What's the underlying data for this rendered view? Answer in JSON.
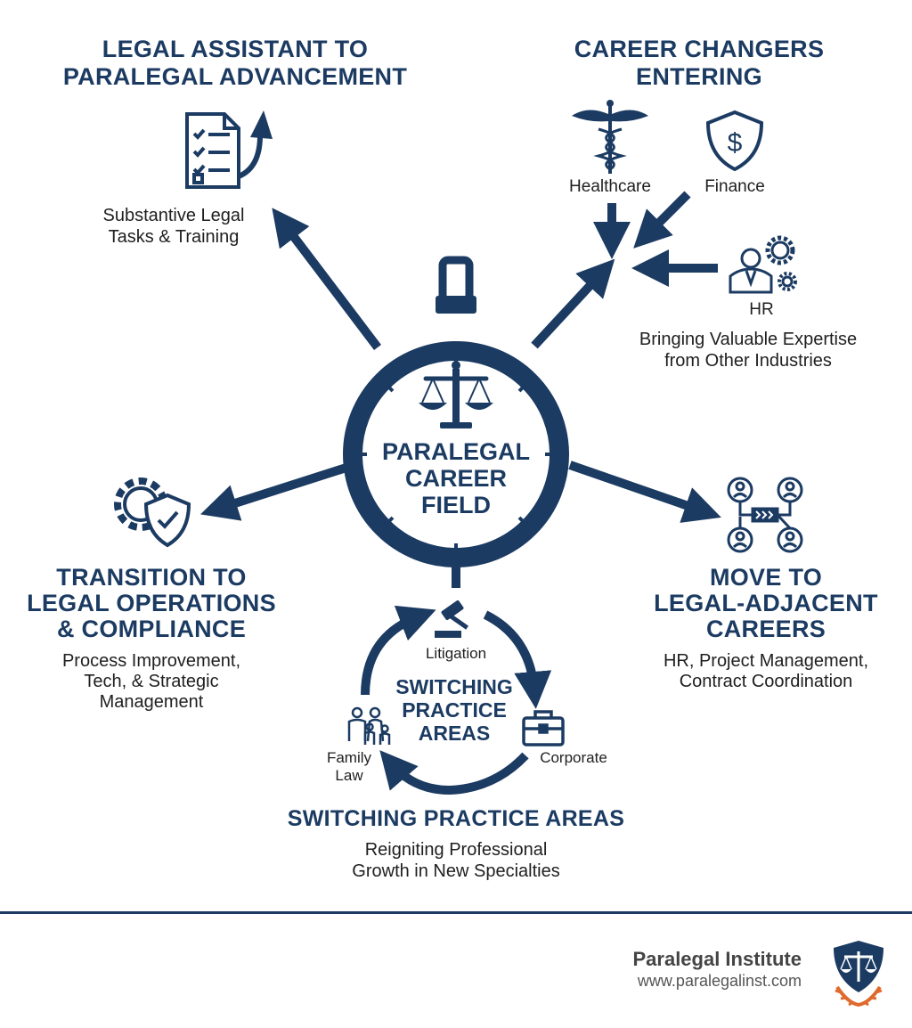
{
  "colors": {
    "primary": "#1c3b62",
    "accent": "#e06a2c",
    "text": "#1f1f1f",
    "footer_text": "#444444"
  },
  "center": {
    "title_lines": [
      "PARALEGAL",
      "CAREER",
      "FIELD"
    ],
    "icon": "scales-icon"
  },
  "top_left": {
    "title_lines": [
      "LEGAL ASSISTANT TO",
      "PARALEGAL ADVANCEMENT"
    ],
    "desc_lines": [
      "Substantive Legal",
      "Tasks & Training"
    ],
    "icon": "checklist-document-icon"
  },
  "top_right": {
    "title_lines": [
      "CAREER CHANGERS",
      "ENTERING"
    ],
    "sources": [
      {
        "label": "Healthcare",
        "icon": "caduceus-icon"
      },
      {
        "label": "Finance",
        "icon": "dollar-shield-icon"
      },
      {
        "label": "HR",
        "icon": "person-gears-icon"
      }
    ],
    "desc_lines": [
      "Bringing Valuable Expertise",
      "from Other Industries"
    ]
  },
  "left": {
    "title_lines": [
      "TRANSITION TO",
      "LEGAL OPERATIONS",
      "& COMPLIANCE"
    ],
    "desc_lines": [
      "Process Improvement,",
      "Tech, & Strategic",
      "Management"
    ],
    "icon": "gear-shield-icon"
  },
  "right": {
    "title_lines": [
      "MOVE TO",
      "LEGAL-ADJACENT",
      "CAREERS"
    ],
    "desc_lines": [
      "HR, Project Management,",
      "Contract Coordination"
    ],
    "icon": "network-people-icon"
  },
  "bottom": {
    "cycle_title_lines": [
      "SWITCHING",
      "PRACTICE",
      "AREAS"
    ],
    "cycle_items": [
      {
        "label": "Litigation",
        "icon": "gavel-icon"
      },
      {
        "label": "Corporate",
        "icon": "briefcase-icon"
      },
      {
        "label_lines": [
          "Family",
          "Law"
        ],
        "icon": "family-icon"
      }
    ],
    "title": "SWITCHING PRACTICE AREAS",
    "desc_lines": [
      "Reigniting Professional",
      "Growth in New Specialties"
    ]
  },
  "footer": {
    "brand": "Paralegal Institute",
    "url": "www.paralegalinst.com",
    "logo_icon": "shield-scales-laurel-icon"
  }
}
